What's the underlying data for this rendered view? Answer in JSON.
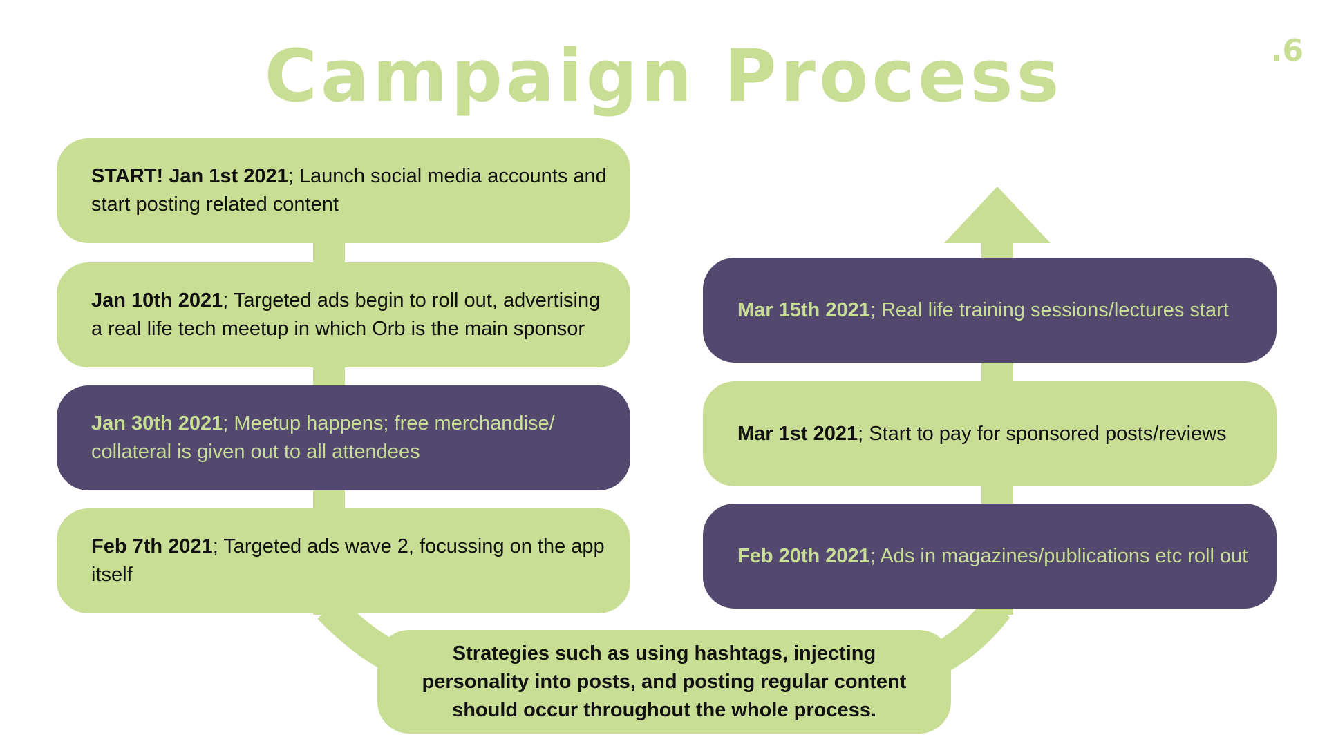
{
  "slide": {
    "title": "Campaign Process",
    "page_number": ".6"
  },
  "colors": {
    "green": "#c8de95",
    "purple": "#53486e",
    "dark_text": "#111111",
    "background": "#ffffff"
  },
  "steps": [
    {
      "date": "START! Jan 1st 2021",
      "text": "; Launch social media accounts and start posting related content",
      "style": "green"
    },
    {
      "date": "Jan 10th 2021",
      "text": "; Targeted ads begin to roll out, advertising a real life tech meetup in which Orb is the main sponsor",
      "style": "green"
    },
    {
      "date": "Jan 30th 2021",
      "text": "; Meetup happens; free merchandise/ collateral is given out to all attendees",
      "style": "purple"
    },
    {
      "date": "Feb 7th 2021",
      "text": "; Targeted ads wave 2, focussing on the app itself",
      "style": "green"
    },
    {
      "date": "Feb 20th 2021",
      "text": "; Ads in magazines/publications etc roll out",
      "style": "purple"
    },
    {
      "date": "Mar 1st 2021",
      "text": "; Start to pay for sponsored posts/reviews",
      "style": "green"
    },
    {
      "date": "Mar 15th 2021",
      "text": "; Real life training sessions/lectures start",
      "style": "purple"
    }
  ],
  "note": {
    "text": "Strategies such as using hashtags, injecting personality into posts, and posting regular content should occur throughout the whole process."
  }
}
